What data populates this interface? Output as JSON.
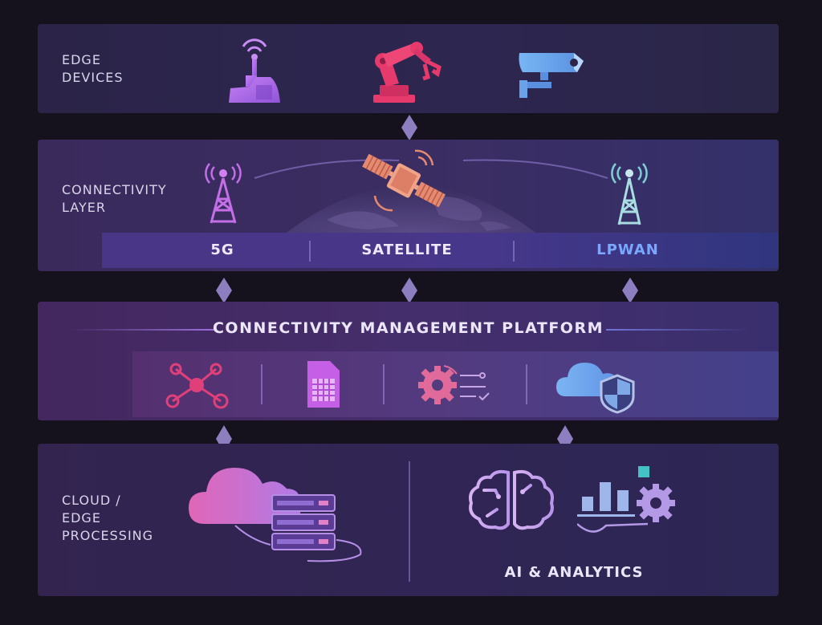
{
  "layers": {
    "edge": {
      "label": "EDGE\nDEVICES"
    },
    "connectivity": {
      "label": "CONNECTIVITY\nLAYER",
      "technologies": [
        {
          "label": "5G",
          "color": "#efe8ff"
        },
        {
          "label": "SATELLITE",
          "color": "#efe8ff"
        },
        {
          "label": "LPWAN",
          "color": "#7aa8ff"
        }
      ]
    },
    "platform": {
      "title": "CONNECTIVITY MANAGEMENT PLATFORM"
    },
    "cloud": {
      "label": "CLOUD /\nEDGE\nPROCESSING",
      "ai_label": "AI & ANALYTICS"
    }
  },
  "icons": {
    "edge": [
      "iot-sensor-icon",
      "robotic-arm-icon",
      "security-camera-icon"
    ],
    "connectivity": [
      "cell-tower-icon",
      "satellite-icon",
      "lpwan-tower-icon"
    ],
    "platform": [
      "network-nodes-icon",
      "sim-card-icon",
      "gear-settings-icon",
      "cloud-shield-icon"
    ],
    "cloud": [
      "cloud-server-icon",
      "brain-icon",
      "analytics-chart-icon"
    ]
  },
  "colors": {
    "background": "#15121d",
    "accent_purple": "#b56cf0",
    "accent_pink": "#e0407a",
    "accent_blue": "#6aa9ee",
    "connector": "#8d7fbf"
  }
}
